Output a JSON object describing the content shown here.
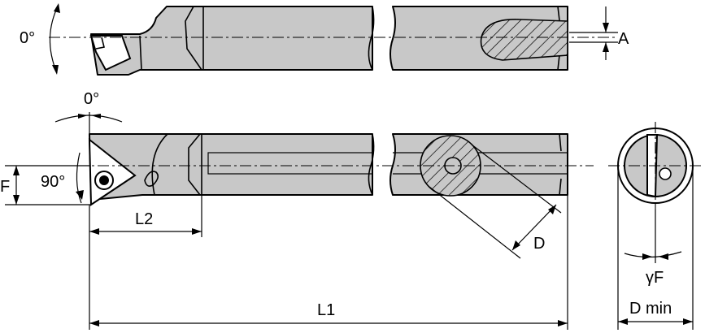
{
  "labels": {
    "angle_top": "0°",
    "dim_a": "A",
    "angle_mid": "0°",
    "angle_90": "90°",
    "dim_f": "F",
    "dim_l2": "L2",
    "dim_d": "D",
    "dim_l1": "L1",
    "dim_gamma_f": "γF",
    "dim_dmin": "D min",
    "small_deg": "0°"
  },
  "colors": {
    "body_fill": "#c8c8c8",
    "line": "#000000",
    "background": "#ffffff"
  }
}
